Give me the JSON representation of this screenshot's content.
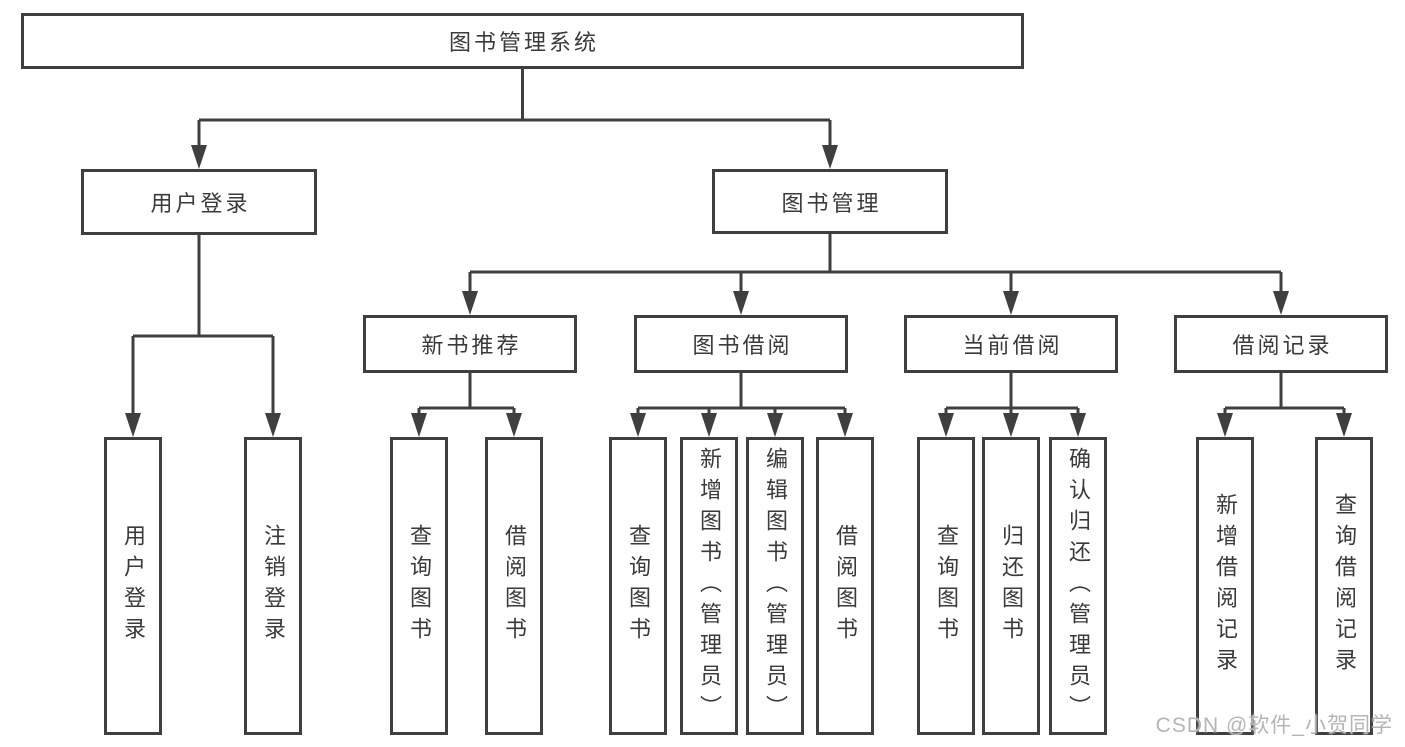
{
  "tree": {
    "root": {
      "label": "图书管理系统"
    },
    "children": [
      {
        "label": "用户登录",
        "children": [
          {
            "label": "用户登录"
          },
          {
            "label": "注销登录"
          }
        ]
      },
      {
        "label": "图书管理",
        "children": [
          {
            "label": "新书推荐",
            "children": [
              {
                "label": "查询图书"
              },
              {
                "label": "借阅图书"
              }
            ]
          },
          {
            "label": "图书借阅",
            "children": [
              {
                "label": "查询图书"
              },
              {
                "label": "新增图书（管理员）"
              },
              {
                "label": "编辑图书（管理员）"
              },
              {
                "label": "借阅图书"
              }
            ]
          },
          {
            "label": "当前借阅",
            "children": [
              {
                "label": "查询图书"
              },
              {
                "label": "归还图书"
              },
              {
                "label": "确认归还（管理员）"
              }
            ]
          },
          {
            "label": "借阅记录",
            "children": [
              {
                "label": "新增借阅记录"
              },
              {
                "label": "查询借阅记录"
              }
            ]
          }
        ]
      }
    ]
  },
  "watermark": {
    "text": "CSDN @软件_小贺同学"
  },
  "colors": {
    "line": "#3f3f3f",
    "text": "#3a3a3a",
    "watermark": "#b5b5b5",
    "background": "#ffffff"
  }
}
